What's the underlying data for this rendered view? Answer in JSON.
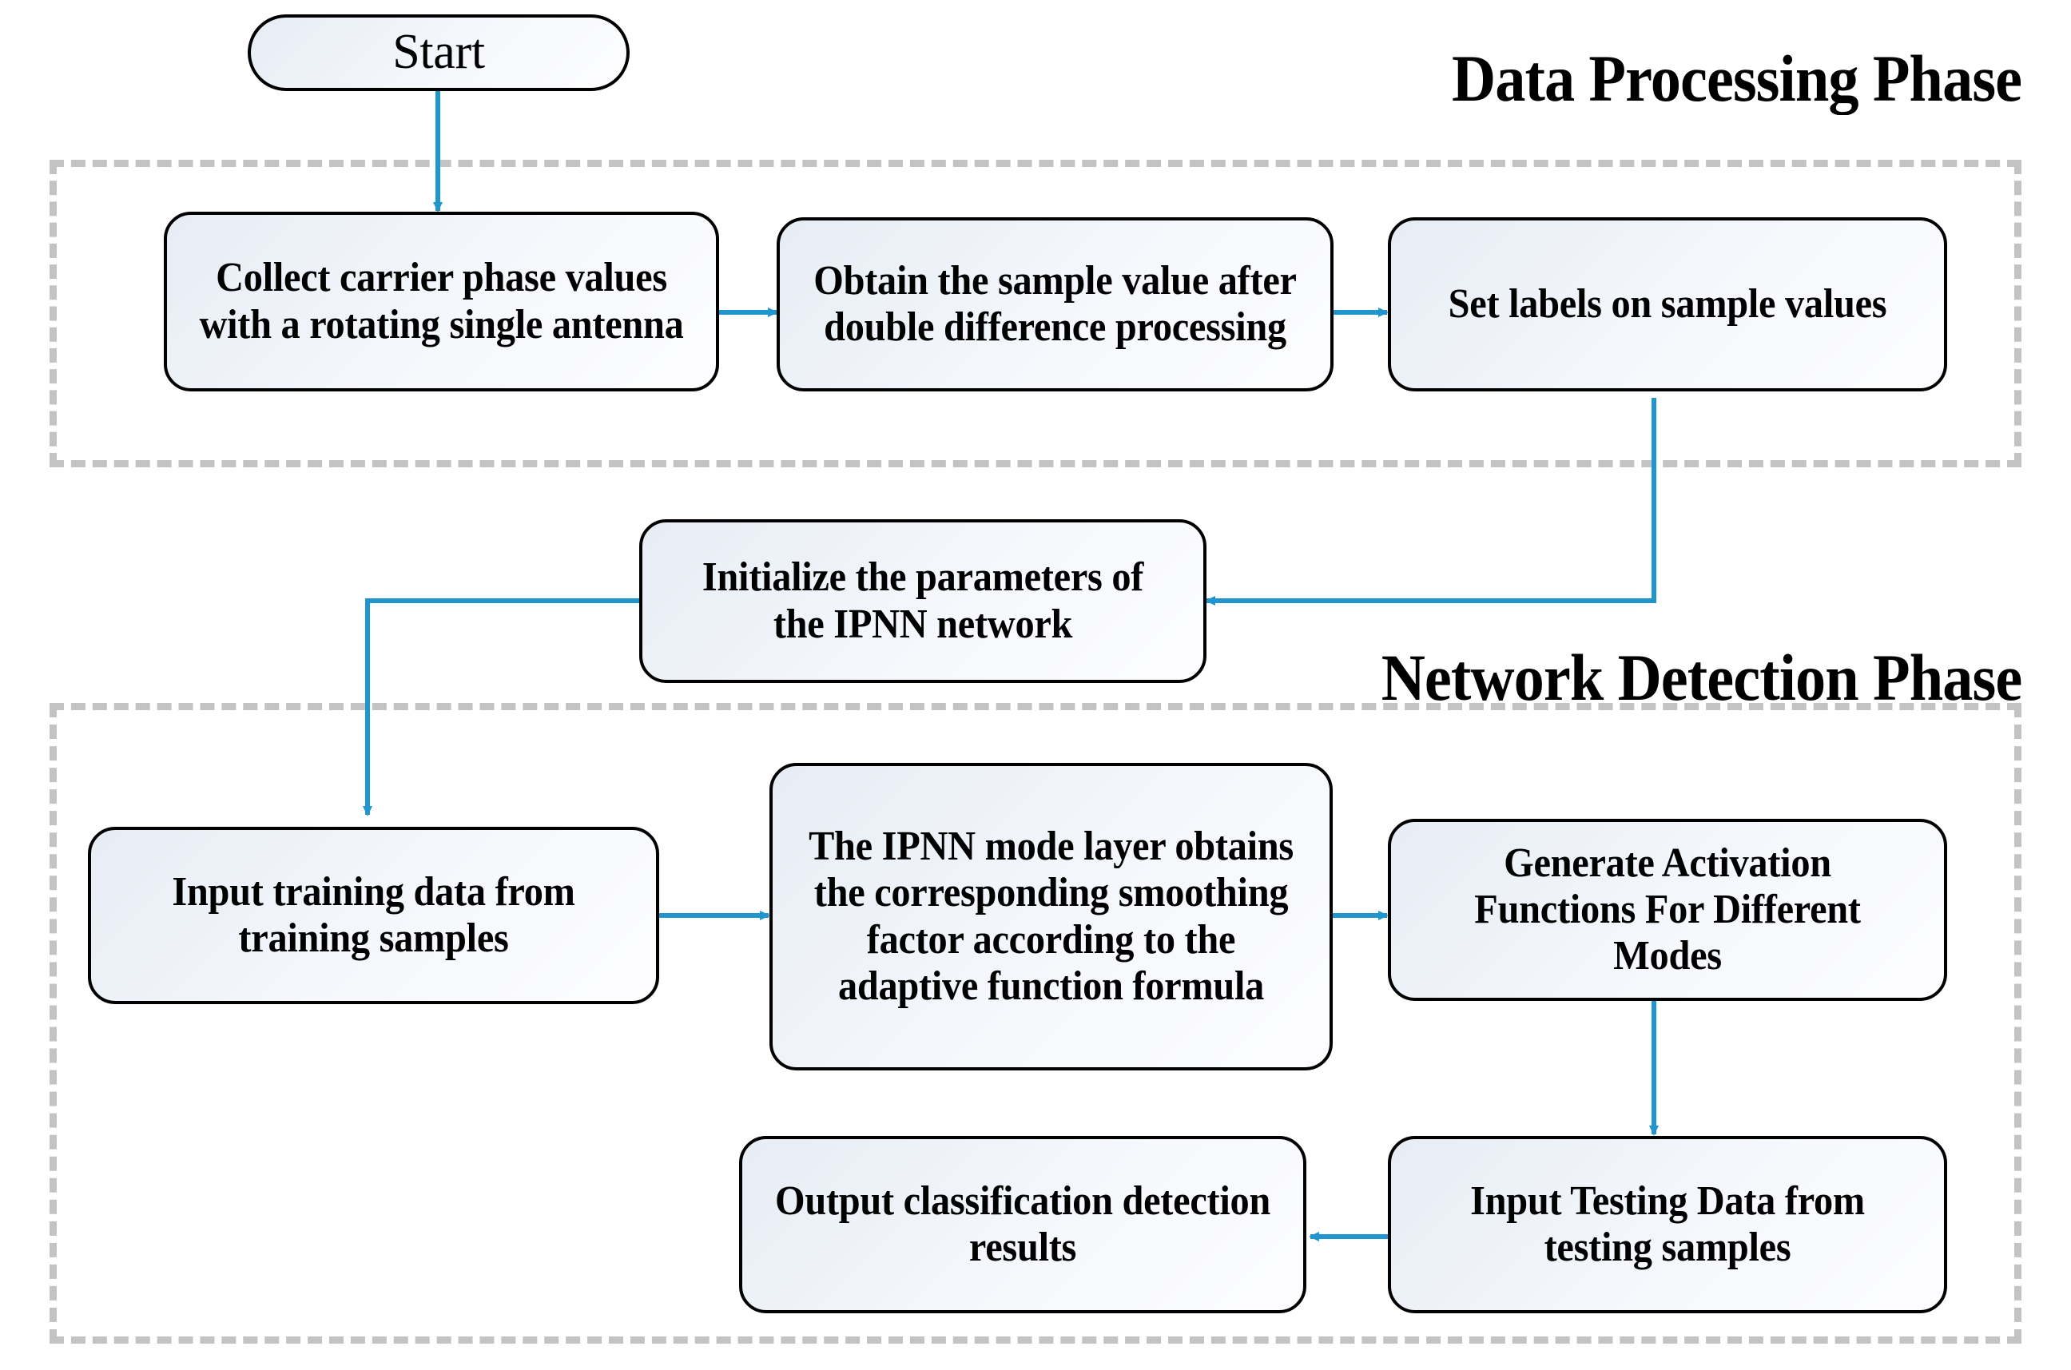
{
  "diagram": {
    "title": "IPNN carrier-phase detection flowchart",
    "accent_color": "#2196CE",
    "frame_color": "#C3C3C3",
    "node_border_color": "#000000",
    "phases": [
      {
        "id": "data-processing",
        "label": "Data Processing Phase"
      },
      {
        "id": "network-detection",
        "label": "Network Detection Phase"
      }
    ],
    "nodes": [
      {
        "id": "start",
        "label": "Start",
        "shape": "terminal"
      },
      {
        "id": "collect",
        "label": "Collect carrier phase values with a rotating single antenna",
        "shape": "process"
      },
      {
        "id": "obtain",
        "label": "Obtain the sample value after double difference processing",
        "shape": "process"
      },
      {
        "id": "setlabels",
        "label": "Set labels on sample values",
        "shape": "process"
      },
      {
        "id": "initialize",
        "label": "Initialize the parameters of the IPNN network",
        "shape": "process"
      },
      {
        "id": "inputtrain",
        "label": "Input training data from training samples",
        "shape": "process"
      },
      {
        "id": "modelayer",
        "label": "The IPNN mode layer obtains the corresponding smoothing factor according to the adaptive function formula",
        "shape": "process"
      },
      {
        "id": "generate",
        "label": "Generate Activation Functions For Different Modes",
        "shape": "process"
      },
      {
        "id": "inputtest",
        "label": "Input Testing Data from testing samples",
        "shape": "process"
      },
      {
        "id": "output",
        "label": "Output classification detection results",
        "shape": "process"
      }
    ],
    "edges": [
      {
        "from": "start",
        "to": "collect"
      },
      {
        "from": "collect",
        "to": "obtain"
      },
      {
        "from": "obtain",
        "to": "setlabels"
      },
      {
        "from": "setlabels",
        "to": "initialize"
      },
      {
        "from": "initialize",
        "to": "inputtrain"
      },
      {
        "from": "inputtrain",
        "to": "modelayer"
      },
      {
        "from": "modelayer",
        "to": "generate"
      },
      {
        "from": "generate",
        "to": "inputtest"
      },
      {
        "from": "inputtest",
        "to": "output"
      }
    ]
  }
}
